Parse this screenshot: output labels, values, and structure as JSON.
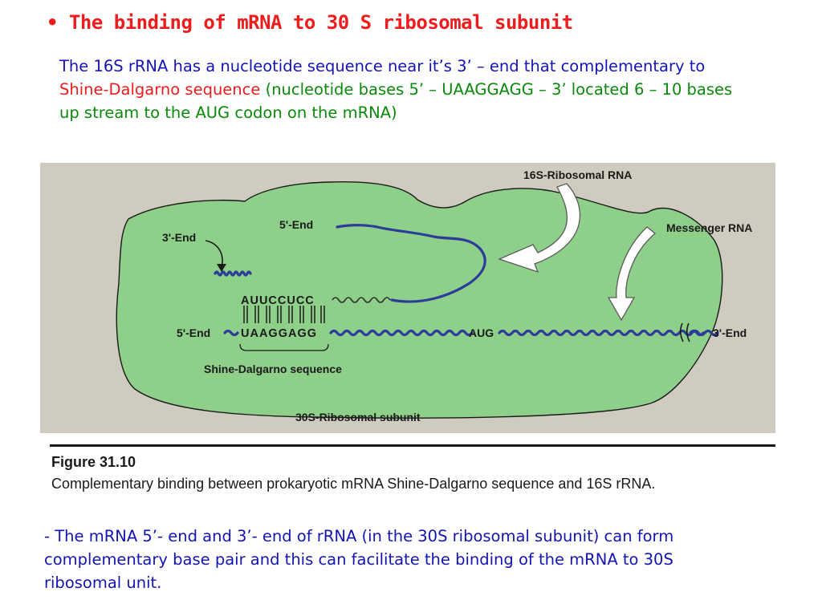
{
  "slide": {
    "bullet": "•",
    "title": "The binding of mRNA to 30 S ribosomal subunit",
    "intro": {
      "part1": "The 16S rRNA has a nucleotide sequence near it’s 3’ – end that complementary to ",
      "highlight": "Shine-Dalgarno sequence",
      "part2": " (nucleotide bases  5’ – UAAGGAGG – 3’   located 6 – 10 bases up stream to the AUG codon on the mRNA)"
    },
    "note": "- The mRNA 5’- end and 3’- end of rRNA (in the 30S ribosomal subunit) can form complementary base pair and this can facilitate the binding of the mRNA to 30S ribosomal unit."
  },
  "figure": {
    "labels": {
      "rrna_16s": "16S-Ribosomal RNA",
      "messenger_rna": "Messenger RNA",
      "three_end_top": "3'-End",
      "five_end_top": "5'-End",
      "five_end_mrna": "5'-End",
      "three_end_mrna": "3'-End",
      "rrna_seq": "AUUCCUCC",
      "mrna_seq": "UAAGGAGG",
      "aug": "AUG",
      "shine_dalgarno": "Shine-Dalgarno sequence",
      "subunit": "30S-Ribosomal subunit"
    },
    "caption_label": "Figure 31.10",
    "caption": "Complementary binding between prokaryotic mRNA Shine-Dalgarno sequence and 16S rRNA."
  },
  "colors": {
    "title": "#ee1c1c",
    "intro_text": "#0a8a0a",
    "blue_text": "#1414b4",
    "subunit_fill": "#8ecf8a",
    "figure_background": "#cfcbbf",
    "rna_strand": "#2c3c98"
  }
}
